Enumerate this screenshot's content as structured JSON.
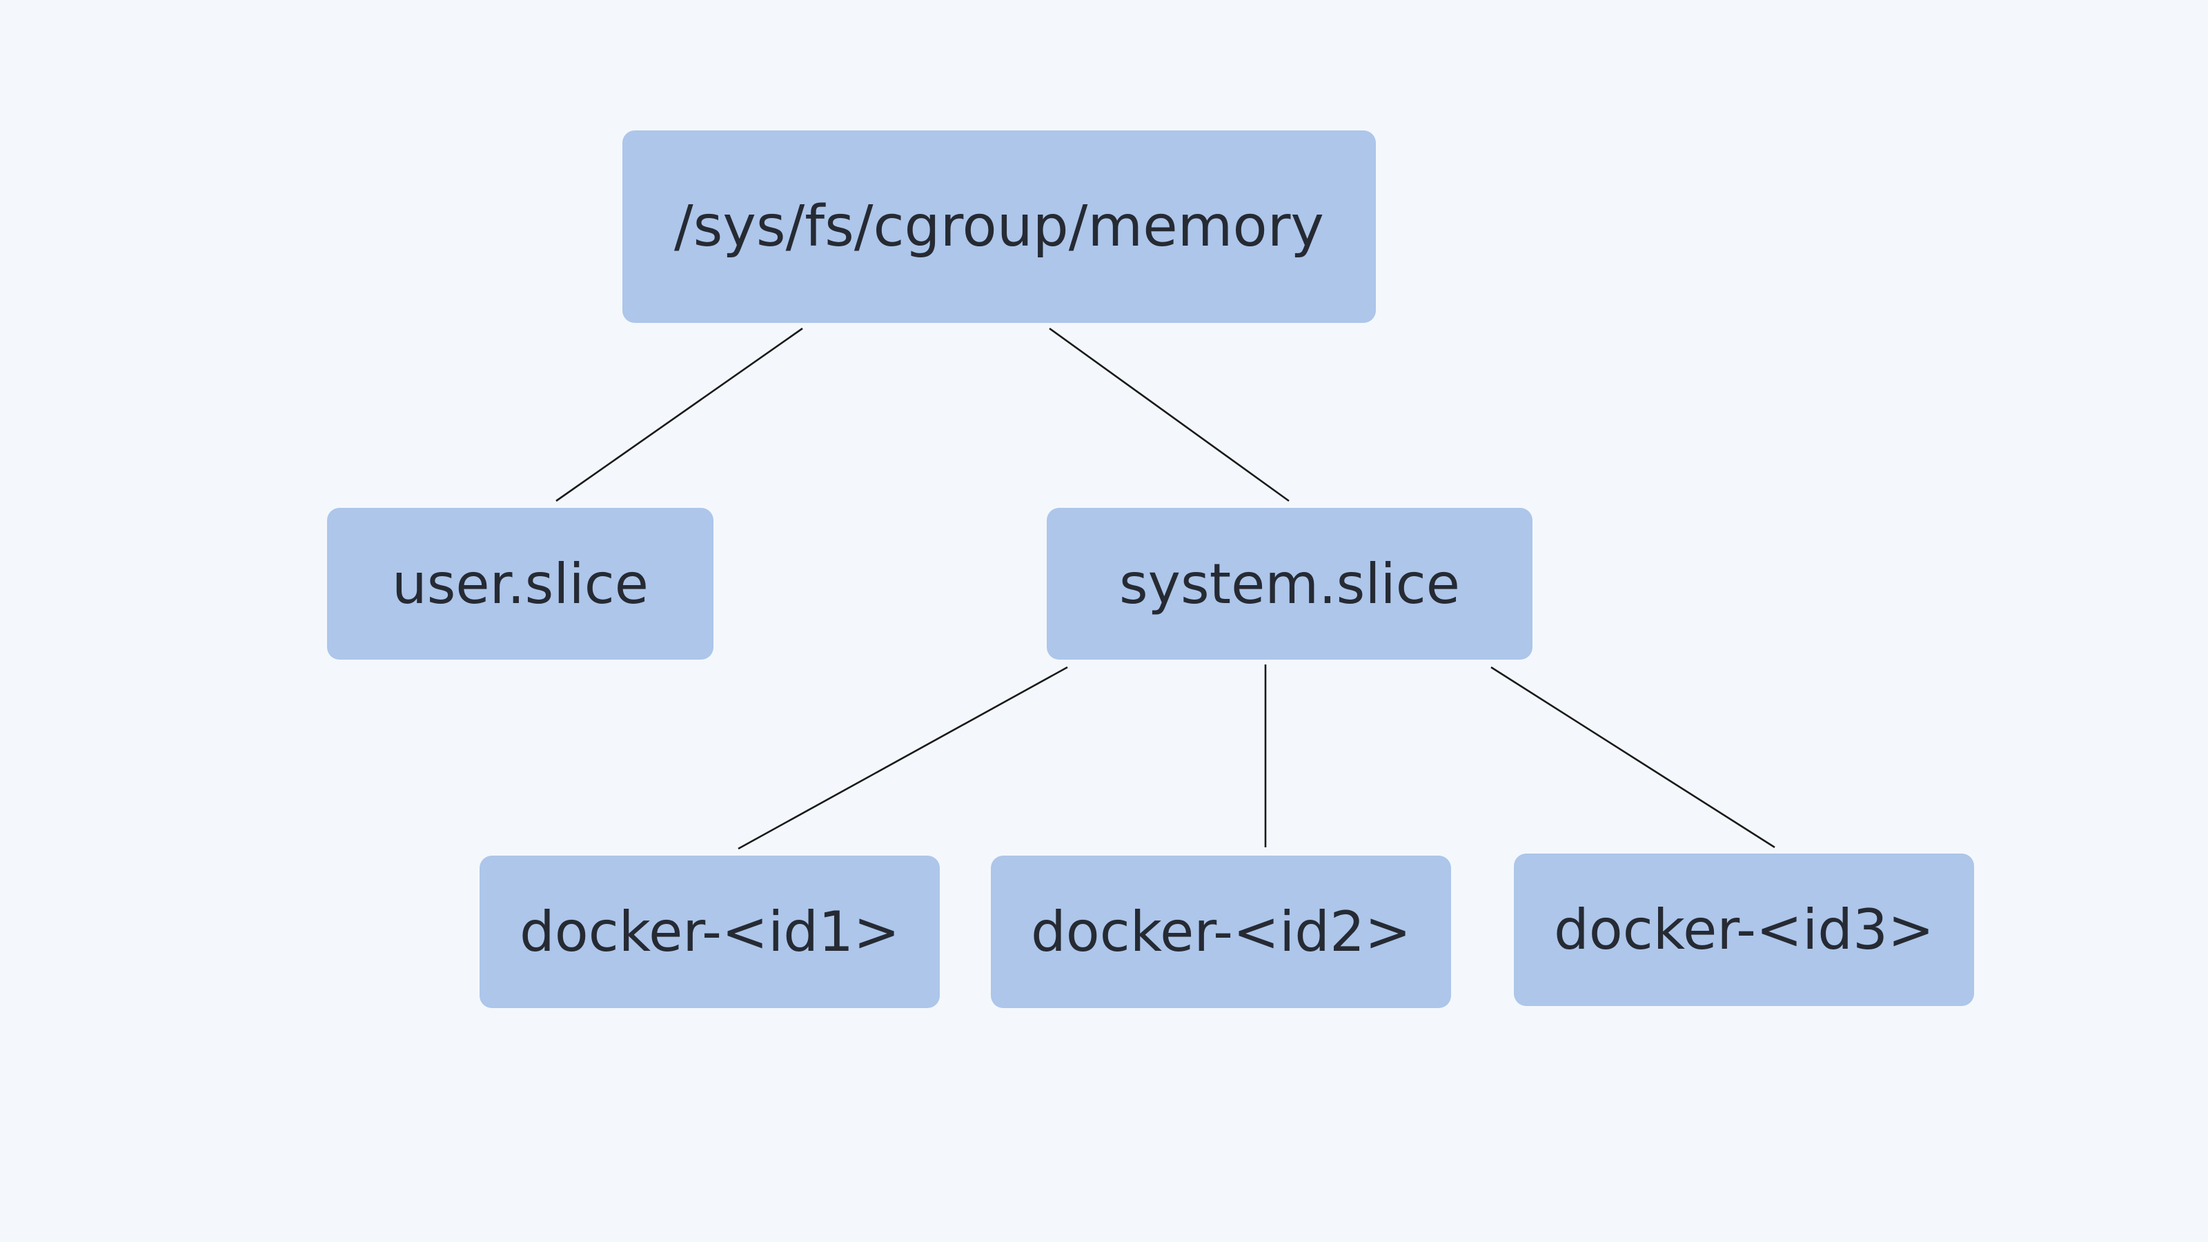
{
  "diagram": {
    "root": {
      "label": "/sys/fs/cgroup/memory"
    },
    "level1": [
      {
        "label": "user.slice"
      },
      {
        "label": "system.slice"
      }
    ],
    "level2": [
      {
        "label": "docker-<id1>"
      },
      {
        "label": "docker-<id2>"
      },
      {
        "label": "docker-<id3>"
      }
    ],
    "edges": [
      {
        "from": "/sys/fs/cgroup/memory",
        "to": "user.slice"
      },
      {
        "from": "/sys/fs/cgroup/memory",
        "to": "system.slice"
      },
      {
        "from": "system.slice",
        "to": "docker-<id1>"
      },
      {
        "from": "system.slice",
        "to": "docker-<id2>"
      },
      {
        "from": "system.slice",
        "to": "docker-<id3>"
      }
    ],
    "colors": {
      "background": "#f4f8fc",
      "node_fill": "#adc6ea",
      "text": "#262a33",
      "edge": "#1a1a1a"
    }
  }
}
